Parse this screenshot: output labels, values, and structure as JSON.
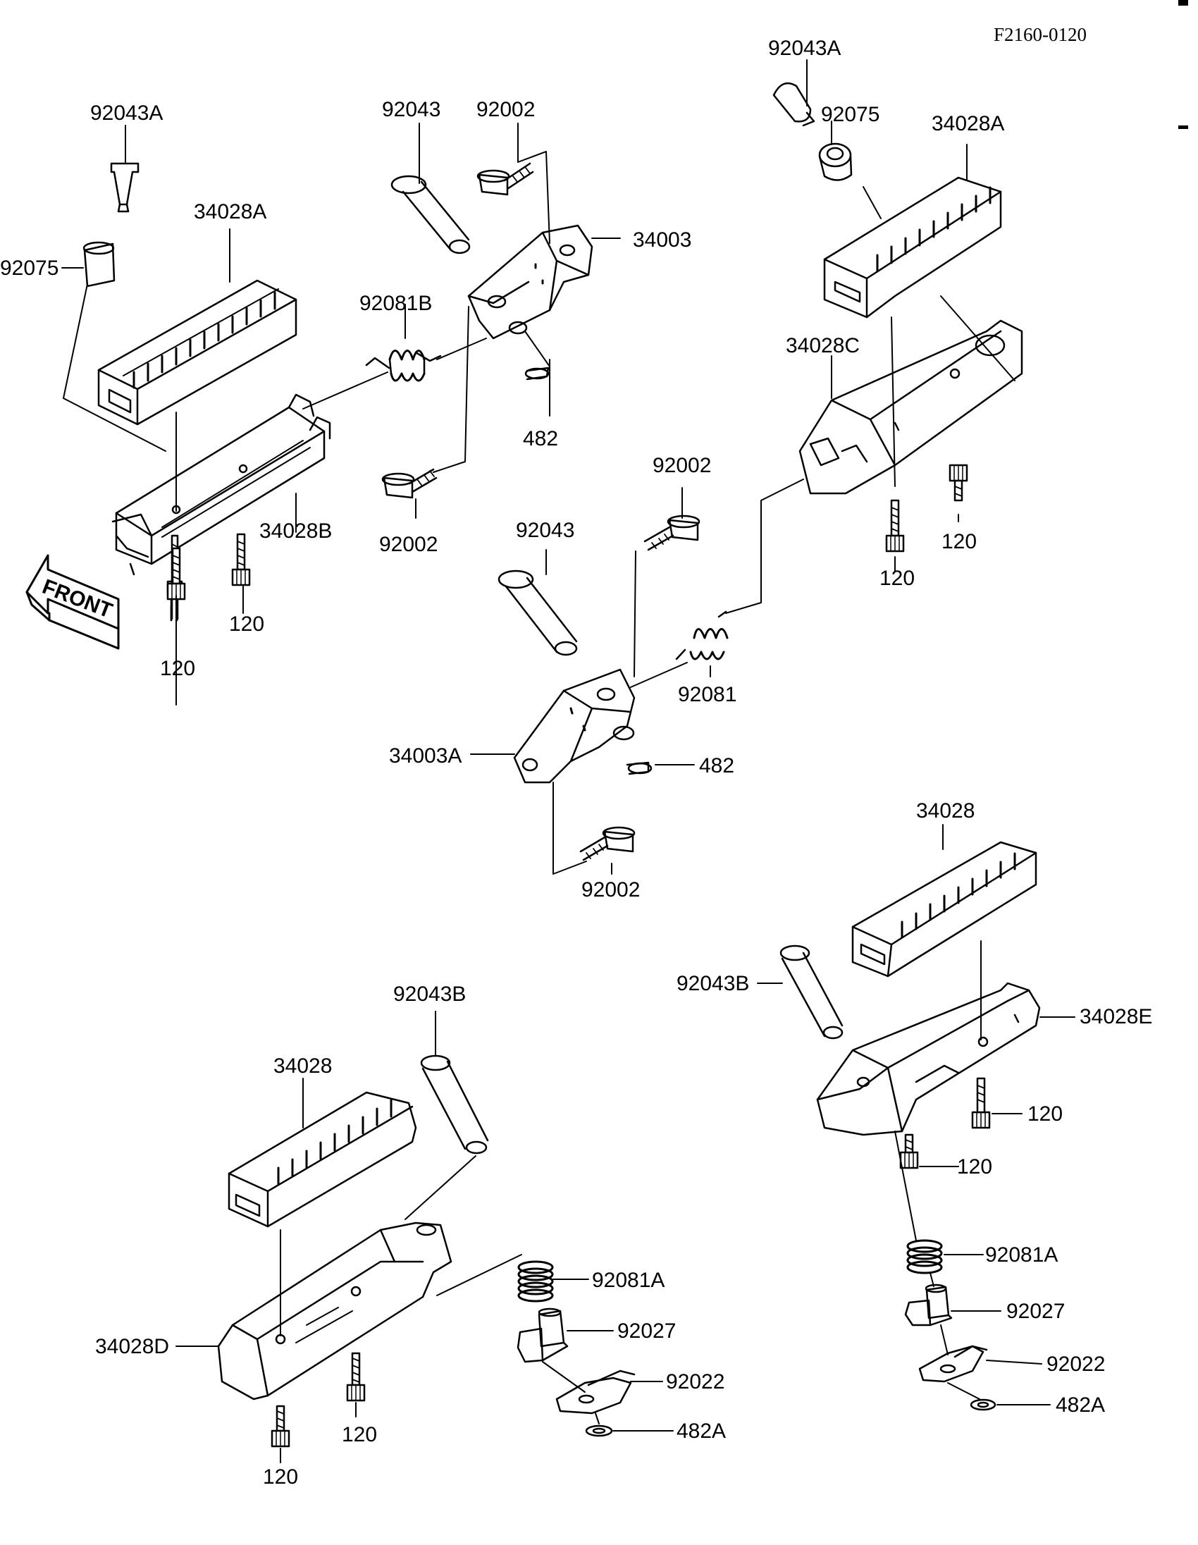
{
  "diagram_code": "F2160-0120",
  "front_label": "FRONT",
  "callouts": {
    "c_92043A_left": "92043A",
    "c_92075_left": "92075",
    "c_34028A_left": "34028A",
    "c_34028B": "34028B",
    "c_120_left_a": "120",
    "c_120_left_b": "120",
    "c_92043_top": "92043",
    "c_92002_top": "92002",
    "c_34003": "34003",
    "c_92081B": "92081B",
    "c_482_top": "482",
    "c_92002_mid": "92002",
    "c_92043A_right": "92043A",
    "c_92075_right": "92075",
    "c_34028A_right": "34028A",
    "c_34028C": "34028C",
    "c_120_right_a": "120",
    "c_120_right_b": "120",
    "c_92002_center": "92002",
    "c_92043_center": "92043",
    "c_92081": "92081",
    "c_34003A": "34003A",
    "c_482_center": "482",
    "c_92002_bottom": "92002",
    "c_34028_right": "34028",
    "c_92043B_right": "92043B",
    "c_34028E": "34028E",
    "c_120_br_a": "120",
    "c_120_br_b": "120",
    "c_92081A_right": "92081A",
    "c_92027_right": "92027",
    "c_92022_right": "92022",
    "c_482A_right": "482A",
    "c_92043B_left": "92043B",
    "c_34028_left": "34028",
    "c_92081A_left": "92081A",
    "c_92027_left": "92027",
    "c_92022_left": "92022",
    "c_482A_left": "482A",
    "c_34028D": "34028D",
    "c_120_bl_a": "120",
    "c_120_bl_b": "120"
  }
}
